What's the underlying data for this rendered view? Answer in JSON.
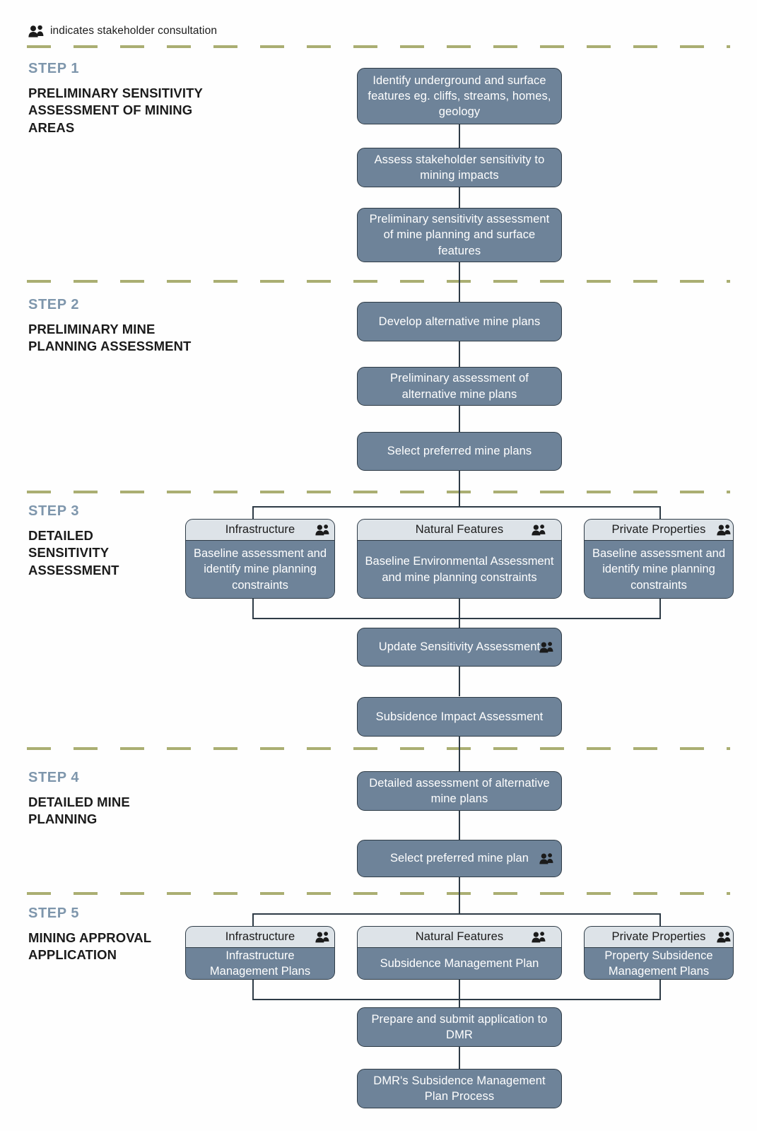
{
  "legend": {
    "icon": "people-icon",
    "text": "indicates stakeholder consultation"
  },
  "steps": [
    {
      "id": "step-1",
      "number": "STEP 1",
      "title": "PRELIMINARY SENSITIVITY ASSESSMENT OF MINING AREAS"
    },
    {
      "id": "step-2",
      "number": "STEP 2",
      "title": "PRELIMINARY MINE PLANNING ASSESSMENT"
    },
    {
      "id": "step-3",
      "number": "STEP 3",
      "title": "DETAILED SENSITIVITY ASSESSMENT"
    },
    {
      "id": "step-4",
      "number": "STEP 4",
      "title": "DETAILED MINE PLANNING"
    },
    {
      "id": "step-5",
      "number": "STEP 5",
      "title": "MINING APPROVAL APPLICATION"
    }
  ],
  "nodes": {
    "n1": "Identify underground and surface features eg. cliffs, streams, homes, geology",
    "n2": "Assess stakeholder sensitivity to mining impacts",
    "n3": "Preliminary sensitivity assessment of mine planning and surface features",
    "n4": "Develop alternative mine plans",
    "n5": "Preliminary assessment of alternative mine plans",
    "n6": "Select preferred mine plans",
    "n7": "Update Sensitivity Assessment",
    "n8": "Subsidence Impact Assessment",
    "n9": "Detailed assessment of alternative mine plans",
    "n10": "Select preferred mine plan",
    "n11": "Prepare and submit application to DMR",
    "n12": "DMR's Subsidence Management Plan Process"
  },
  "step3_columns": [
    {
      "header": "Infrastructure",
      "header_icon": "people-icon",
      "body": "Baseline assessment and identify mine planning constraints"
    },
    {
      "header": "Natural Features",
      "header_icon": "people-icon",
      "body": "Baseline Environmental Assessment and mine planning constraints"
    },
    {
      "header": "Private Properties",
      "header_icon": "people-icon",
      "body": "Baseline assessment and identify mine planning constraints"
    }
  ],
  "step5_columns": [
    {
      "header": "Infrastructure",
      "header_icon": "people-icon",
      "body": "Infrastructure Management Plans"
    },
    {
      "header": "Natural Features",
      "header_icon": "people-icon",
      "body": "Subsidence Management Plan"
    },
    {
      "header": "Private Properties",
      "header_icon": "people-icon",
      "body": "Property Subsidence Management Plans"
    }
  ],
  "colors": {
    "node_fill": "#6e8399",
    "node_border": "#2e3b46",
    "card_header_fill": "#dde3e8",
    "step_number": "#7e96ac",
    "divider": "#9ba059",
    "background": "#fefefe",
    "node_text": "#ffffff"
  }
}
